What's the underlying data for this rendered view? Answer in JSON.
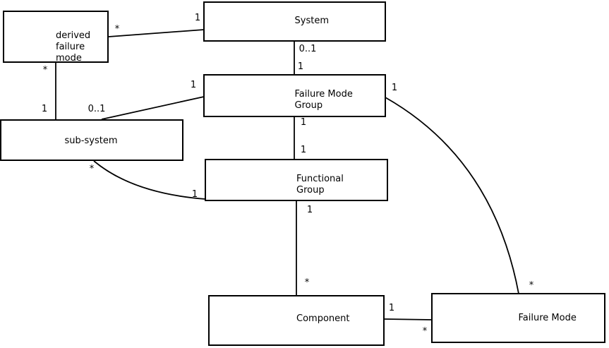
{
  "diagram": {
    "entities": [
      {
        "name": "derived failure mode",
        "label": "derived\nfailure\nmode"
      },
      {
        "name": "System",
        "label": "System"
      },
      {
        "name": "Failure Mode Group",
        "label": "Failure Mode\nGroup"
      },
      {
        "name": "sub-system",
        "label": "sub-system"
      },
      {
        "name": "Functional Group",
        "label": "Functional\nGroup"
      },
      {
        "name": "Component",
        "label": "Component"
      },
      {
        "name": "Failure Mode",
        "label": "Failure Mode"
      }
    ],
    "relations": [
      {
        "from": "derived failure mode",
        "to": "System",
        "card_at_from": "*",
        "card_at_to": "1"
      },
      {
        "from": "derived failure mode",
        "to": "sub-system",
        "card_at_from": "*",
        "card_at_to": "1"
      },
      {
        "from": "sub-system",
        "to": "Failure Mode Group",
        "card_at_from": "0..1",
        "card_at_to": "1"
      },
      {
        "from": "System",
        "to": "Failure Mode Group",
        "card_at_from": "0..1",
        "card_at_to": "1"
      },
      {
        "from": "Failure Mode Group",
        "to": "Functional Group",
        "card_at_from": "1",
        "card_at_to": "1"
      },
      {
        "from": "sub-system",
        "to": "Functional Group",
        "card_at_from": "*",
        "card_at_to": "1"
      },
      {
        "from": "Failure Mode Group",
        "to": "Failure Mode",
        "card_at_from": "1",
        "card_at_to": "*"
      },
      {
        "from": "Functional Group",
        "to": "Component",
        "card_at_from": "1",
        "card_at_to": "*"
      },
      {
        "from": "Component",
        "to": "Failure Mode",
        "card_at_from": "1",
        "card_at_to": "*"
      }
    ],
    "colors": {
      "line": "#000000",
      "box_border": "#000000",
      "box_fill": "#ffffff",
      "background": "#ffffff",
      "text": "#000000"
    }
  }
}
